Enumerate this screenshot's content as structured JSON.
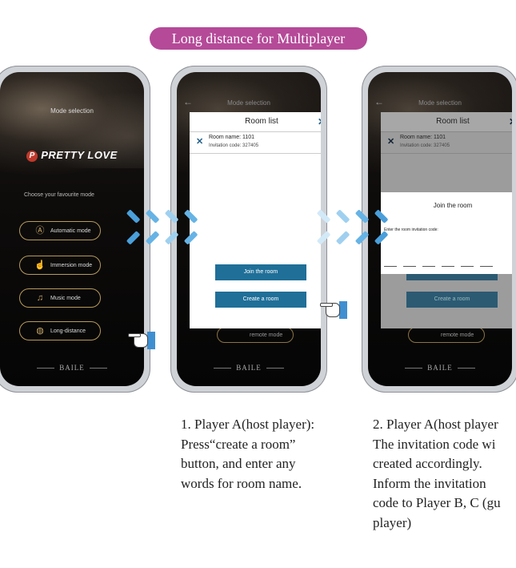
{
  "banner": {
    "title": "Long distance for Multiplayer"
  },
  "phone1": {
    "screen_title": "Mode selection",
    "logo_text": "PRETTY LOVE",
    "logo_mark": "P",
    "subtitle": "Choose your favourite mode",
    "modes": [
      {
        "label": "Automatic mode",
        "icon": "automatic-mode-icon",
        "glyph": "Ⓐ"
      },
      {
        "label": "Immersion mode",
        "icon": "hand-pointer-icon",
        "glyph": "☝"
      },
      {
        "label": "Music mode",
        "icon": "music-note-icon",
        "glyph": "♫"
      },
      {
        "label": "Long-distance",
        "icon": "globe-icon",
        "glyph": "◍"
      }
    ],
    "brand": "BAILE"
  },
  "phone2": {
    "dim_title": "Mode selection",
    "dialog_title": "Room list",
    "room_name": "Room name: 1101",
    "invitation_code": "Invitation code: 327405",
    "join_button": "Join the room",
    "create_button": "Create a room",
    "remote_label": "remote mode",
    "brand": "BAILE"
  },
  "phone3": {
    "dim_title": "Mode selection",
    "dialog_title": "Room list",
    "room_name": "Room name: 1101",
    "invitation_code": "Invitation code: 327405",
    "join_title": "Join the room",
    "join_label": "Enter the room invitation code:",
    "create_button": "Create a room",
    "remote_label": "remote mode",
    "brand": "BAILE"
  },
  "captions": {
    "step1": "1. Player A(host player):\nPress“create a room”\nbutton, and enter any\nwords for room name.",
    "step2": "2. Player A(host player\nThe invitation code wi\ncreated accordingly.\nInform the invitation\ncode to Player B, C (gu\nplayer)"
  },
  "colors": {
    "banner": "#b54a98",
    "button_blue": "#1f6f98",
    "gold": "#b79a5a"
  }
}
